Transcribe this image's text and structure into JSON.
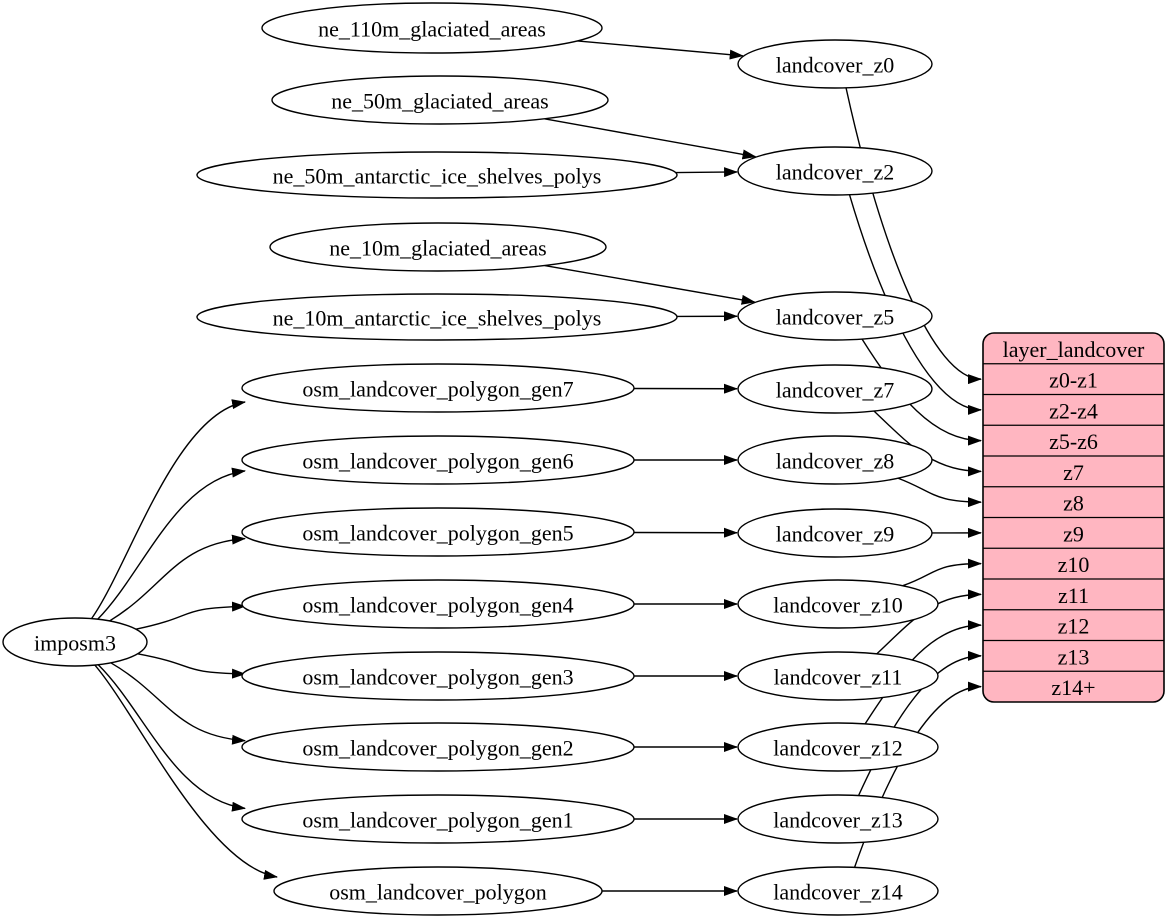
{
  "diagram": {
    "background": "#ffffff",
    "edge_color": "#000000",
    "node_fill": "#ffffff",
    "node_stroke": "#000000",
    "text_color": "#000000",
    "nodes": [
      {
        "id": "imposm3",
        "label": "imposm3",
        "kind": "importer"
      },
      {
        "id": "ne_110m_glaciated_areas",
        "label": "ne_110m_glaciated_areas",
        "kind": "source-table"
      },
      {
        "id": "ne_50m_glaciated_areas",
        "label": "ne_50m_glaciated_areas",
        "kind": "source-table"
      },
      {
        "id": "ne_50m_antarctic_ice_shelves_polys",
        "label": "ne_50m_antarctic_ice_shelves_polys",
        "kind": "source-table"
      },
      {
        "id": "ne_10m_glaciated_areas",
        "label": "ne_10m_glaciated_areas",
        "kind": "source-table"
      },
      {
        "id": "ne_10m_antarctic_ice_shelves_polys",
        "label": "ne_10m_antarctic_ice_shelves_polys",
        "kind": "source-table"
      },
      {
        "id": "osm_landcover_polygon_gen7",
        "label": "osm_landcover_polygon_gen7",
        "kind": "source-table"
      },
      {
        "id": "osm_landcover_polygon_gen6",
        "label": "osm_landcover_polygon_gen6",
        "kind": "source-table"
      },
      {
        "id": "osm_landcover_polygon_gen5",
        "label": "osm_landcover_polygon_gen5",
        "kind": "source-table"
      },
      {
        "id": "osm_landcover_polygon_gen4",
        "label": "osm_landcover_polygon_gen4",
        "kind": "source-table"
      },
      {
        "id": "osm_landcover_polygon_gen3",
        "label": "osm_landcover_polygon_gen3",
        "kind": "source-table"
      },
      {
        "id": "osm_landcover_polygon_gen2",
        "label": "osm_landcover_polygon_gen2",
        "kind": "source-table"
      },
      {
        "id": "osm_landcover_polygon_gen1",
        "label": "osm_landcover_polygon_gen1",
        "kind": "source-table"
      },
      {
        "id": "osm_landcover_polygon",
        "label": "osm_landcover_polygon",
        "kind": "source-table"
      },
      {
        "id": "landcover_z0",
        "label": "landcover_z0",
        "kind": "sql-view"
      },
      {
        "id": "landcover_z2",
        "label": "landcover_z2",
        "kind": "sql-view"
      },
      {
        "id": "landcover_z5",
        "label": "landcover_z5",
        "kind": "sql-view"
      },
      {
        "id": "landcover_z7",
        "label": "landcover_z7",
        "kind": "sql-view"
      },
      {
        "id": "landcover_z8",
        "label": "landcover_z8",
        "kind": "sql-view"
      },
      {
        "id": "landcover_z9",
        "label": "landcover_z9",
        "kind": "sql-view"
      },
      {
        "id": "landcover_z10",
        "label": "landcover_z10",
        "kind": "sql-view"
      },
      {
        "id": "landcover_z11",
        "label": "landcover_z11",
        "kind": "sql-view"
      },
      {
        "id": "landcover_z12",
        "label": "landcover_z12",
        "kind": "sql-view"
      },
      {
        "id": "landcover_z13",
        "label": "landcover_z13",
        "kind": "sql-view"
      },
      {
        "id": "landcover_z14",
        "label": "landcover_z14",
        "kind": "sql-view"
      }
    ],
    "table": {
      "title": "layer_landcover",
      "fill": "#ffb6c1",
      "stroke": "#000000",
      "rows": [
        "z0-z1",
        "z2-z4",
        "z5-z6",
        "z7",
        "z8",
        "z9",
        "z10",
        "z11",
        "z12",
        "z13",
        "z14+"
      ]
    },
    "edges": [
      [
        "ne_110m_glaciated_areas",
        "landcover_z0"
      ],
      [
        "ne_50m_glaciated_areas",
        "landcover_z2"
      ],
      [
        "ne_50m_antarctic_ice_shelves_polys",
        "landcover_z2"
      ],
      [
        "ne_10m_glaciated_areas",
        "landcover_z5"
      ],
      [
        "ne_10m_antarctic_ice_shelves_polys",
        "landcover_z5"
      ],
      [
        "imposm3",
        "osm_landcover_polygon_gen7"
      ],
      [
        "imposm3",
        "osm_landcover_polygon_gen6"
      ],
      [
        "imposm3",
        "osm_landcover_polygon_gen5"
      ],
      [
        "imposm3",
        "osm_landcover_polygon_gen4"
      ],
      [
        "imposm3",
        "osm_landcover_polygon_gen3"
      ],
      [
        "imposm3",
        "osm_landcover_polygon_gen2"
      ],
      [
        "imposm3",
        "osm_landcover_polygon_gen1"
      ],
      [
        "imposm3",
        "osm_landcover_polygon"
      ],
      [
        "osm_landcover_polygon_gen7",
        "landcover_z7"
      ],
      [
        "osm_landcover_polygon_gen6",
        "landcover_z8"
      ],
      [
        "osm_landcover_polygon_gen5",
        "landcover_z9"
      ],
      [
        "osm_landcover_polygon_gen4",
        "landcover_z10"
      ],
      [
        "osm_landcover_polygon_gen3",
        "landcover_z11"
      ],
      [
        "osm_landcover_polygon_gen2",
        "landcover_z12"
      ],
      [
        "osm_landcover_polygon_gen1",
        "landcover_z13"
      ],
      [
        "osm_landcover_polygon",
        "landcover_z14"
      ],
      [
        "landcover_z0",
        "layer_landcover:z0-z1"
      ],
      [
        "landcover_z2",
        "layer_landcover:z2-z4"
      ],
      [
        "landcover_z5",
        "layer_landcover:z5-z6"
      ],
      [
        "landcover_z7",
        "layer_landcover:z7"
      ],
      [
        "landcover_z8",
        "layer_landcover:z8"
      ],
      [
        "landcover_z9",
        "layer_landcover:z9"
      ],
      [
        "landcover_z10",
        "layer_landcover:z10"
      ],
      [
        "landcover_z11",
        "layer_landcover:z11"
      ],
      [
        "landcover_z12",
        "layer_landcover:z12"
      ],
      [
        "landcover_z13",
        "layer_landcover:z13"
      ],
      [
        "landcover_z14",
        "layer_landcover:z14+"
      ]
    ]
  }
}
